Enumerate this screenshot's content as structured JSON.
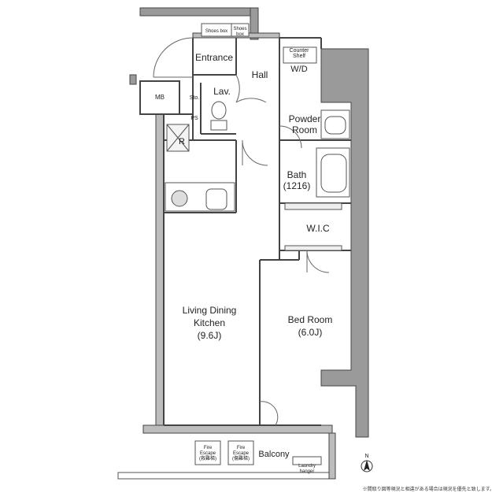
{
  "rooms": {
    "shoes_box_1": "Shoes box",
    "shoes_box_2": [
      "Shoes",
      "box"
    ],
    "entrance": "Entrance",
    "hall": "Hall",
    "counter_shelf": [
      "Counter",
      "Shelf"
    ],
    "wd": "W/D",
    "mb": "MB",
    "lav": "Lav.",
    "sto": "Sto.",
    "ps": "PS",
    "powder_room": [
      "Powder",
      "Room"
    ],
    "refrigerator": "R",
    "bath": [
      "Bath",
      "(1216)"
    ],
    "wic": "W.I.C",
    "ldk": [
      "Living Dining",
      "Kitchen",
      "(9.6J)"
    ],
    "bedroom": [
      "Bed Room",
      "(6.0J)"
    ],
    "fire_escape_1": [
      "Fire",
      "Escape",
      "(救難梯)"
    ],
    "fire_escape_2": [
      "Fire",
      "Escape",
      "(傷難梯)"
    ],
    "balcony": "Balcony",
    "laundry_hanger": [
      "Laundry",
      "hanger"
    ]
  },
  "north_label": "N",
  "footnote": "※間取り図等現況と相違がある場合は現況を優先と致します。",
  "colors": {
    "wall": "#444444",
    "wall_fill": "#9a9a9a",
    "line": "#555555",
    "bg": "#ffffff"
  }
}
